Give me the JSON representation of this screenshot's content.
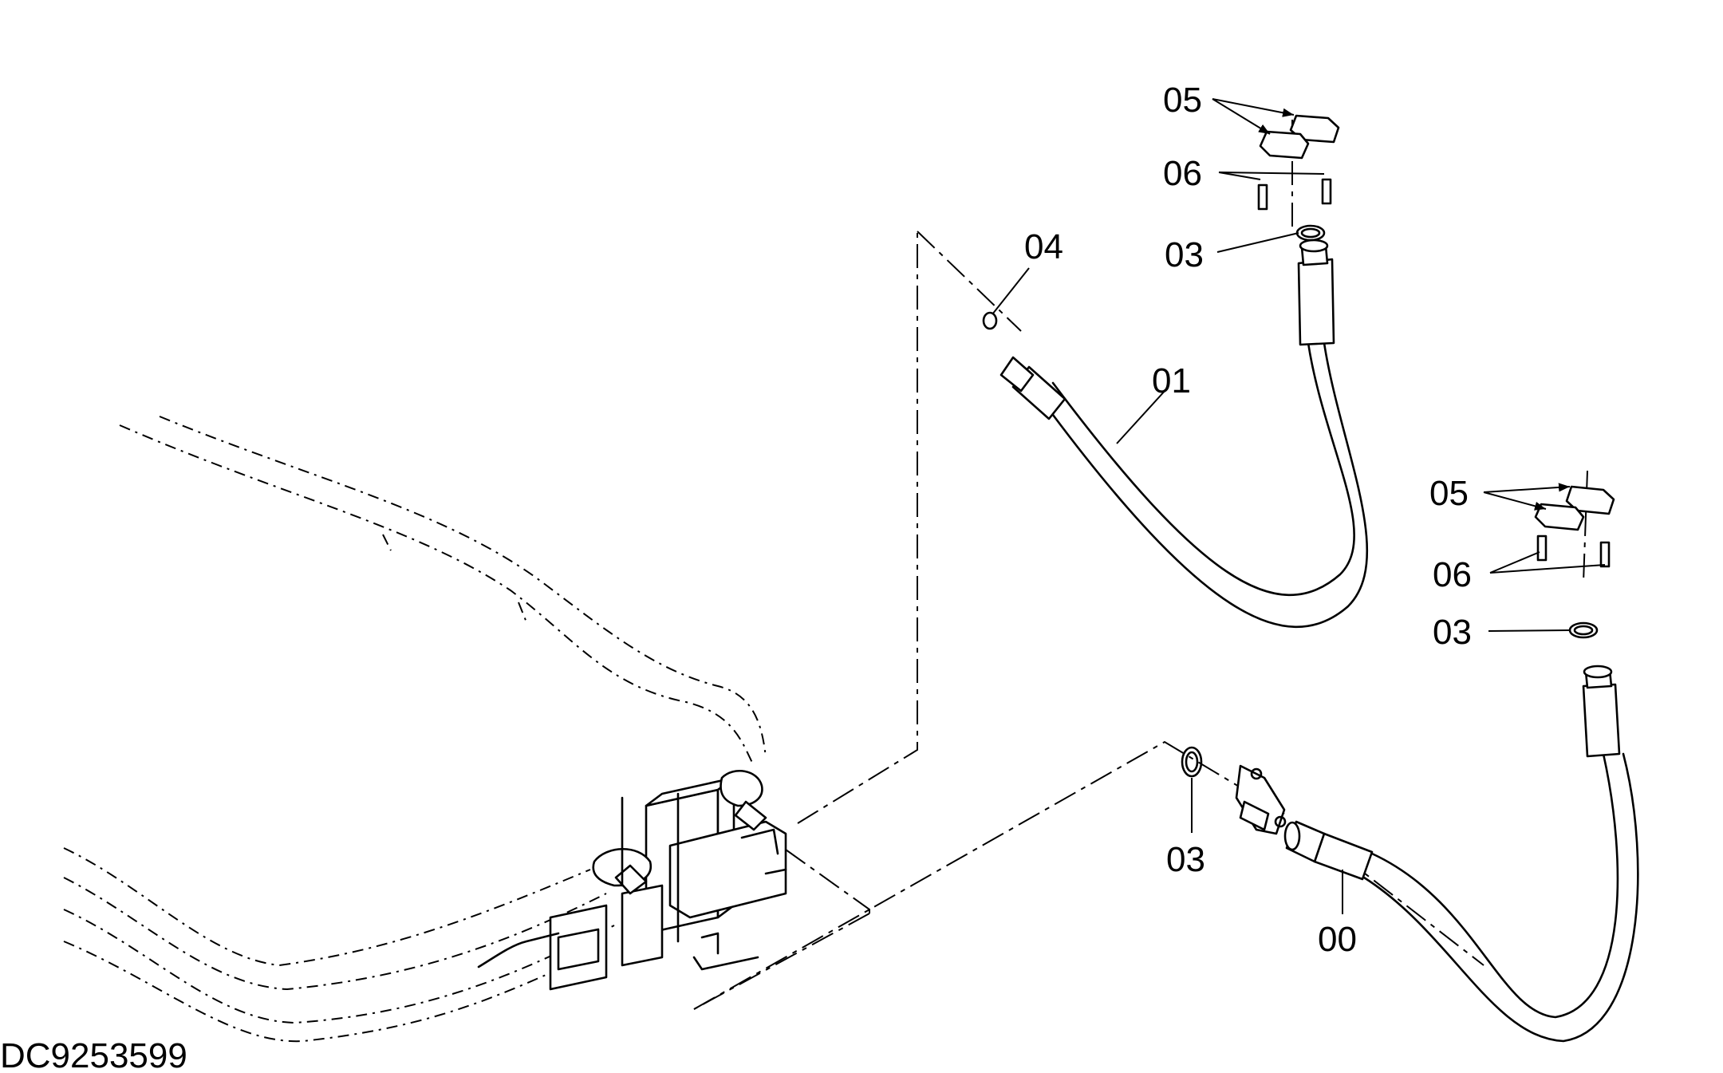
{
  "drawing": {
    "code": "DC9253599"
  },
  "callouts": {
    "c01": "01",
    "c00": "00",
    "c03a": "03",
    "c03b": "03",
    "c03c": "03",
    "c04": "04",
    "c05a": "05",
    "c05b": "05",
    "c06a": "06",
    "c06b": "06"
  }
}
